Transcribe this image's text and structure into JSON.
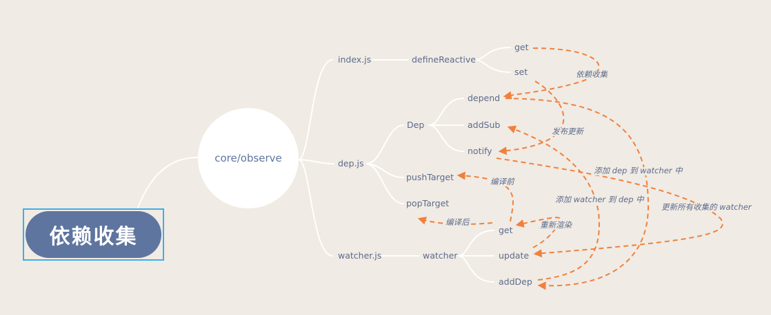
{
  "root": "依赖收集",
  "center": "core/observe",
  "files": {
    "index": "index.js",
    "dep": "dep.js",
    "watcher": "watcher.js"
  },
  "nodes": {
    "defineReactive": "defineReactive",
    "get1": "get",
    "set": "set",
    "Dep": "Dep",
    "depend": "depend",
    "addSub": "addSub",
    "notify": "notify",
    "pushTarget": "pushTarget",
    "popTarget": "popTarget",
    "watcher": "watcher",
    "get2": "get",
    "update": "update",
    "addDep": "addDep"
  },
  "annotations": {
    "dep_collect": "依赖收集",
    "publish": "发布更新",
    "add_dep_to_watcher": "添加 dep 到 watcher 中",
    "compile_before": "编译前",
    "add_watcher_to_dep": "添加 watcher 到 dep 中",
    "update_all": "更新所有收集的 watcher",
    "compile_after": "编译后",
    "rerender": "重新渲染"
  },
  "colors": {
    "background": "#f0ebe4",
    "root_fill": "#5e759f",
    "root_border": "#3daee9",
    "branch": "#ffffff",
    "arrow": "#f0803c",
    "text": "#5e6b8c"
  }
}
